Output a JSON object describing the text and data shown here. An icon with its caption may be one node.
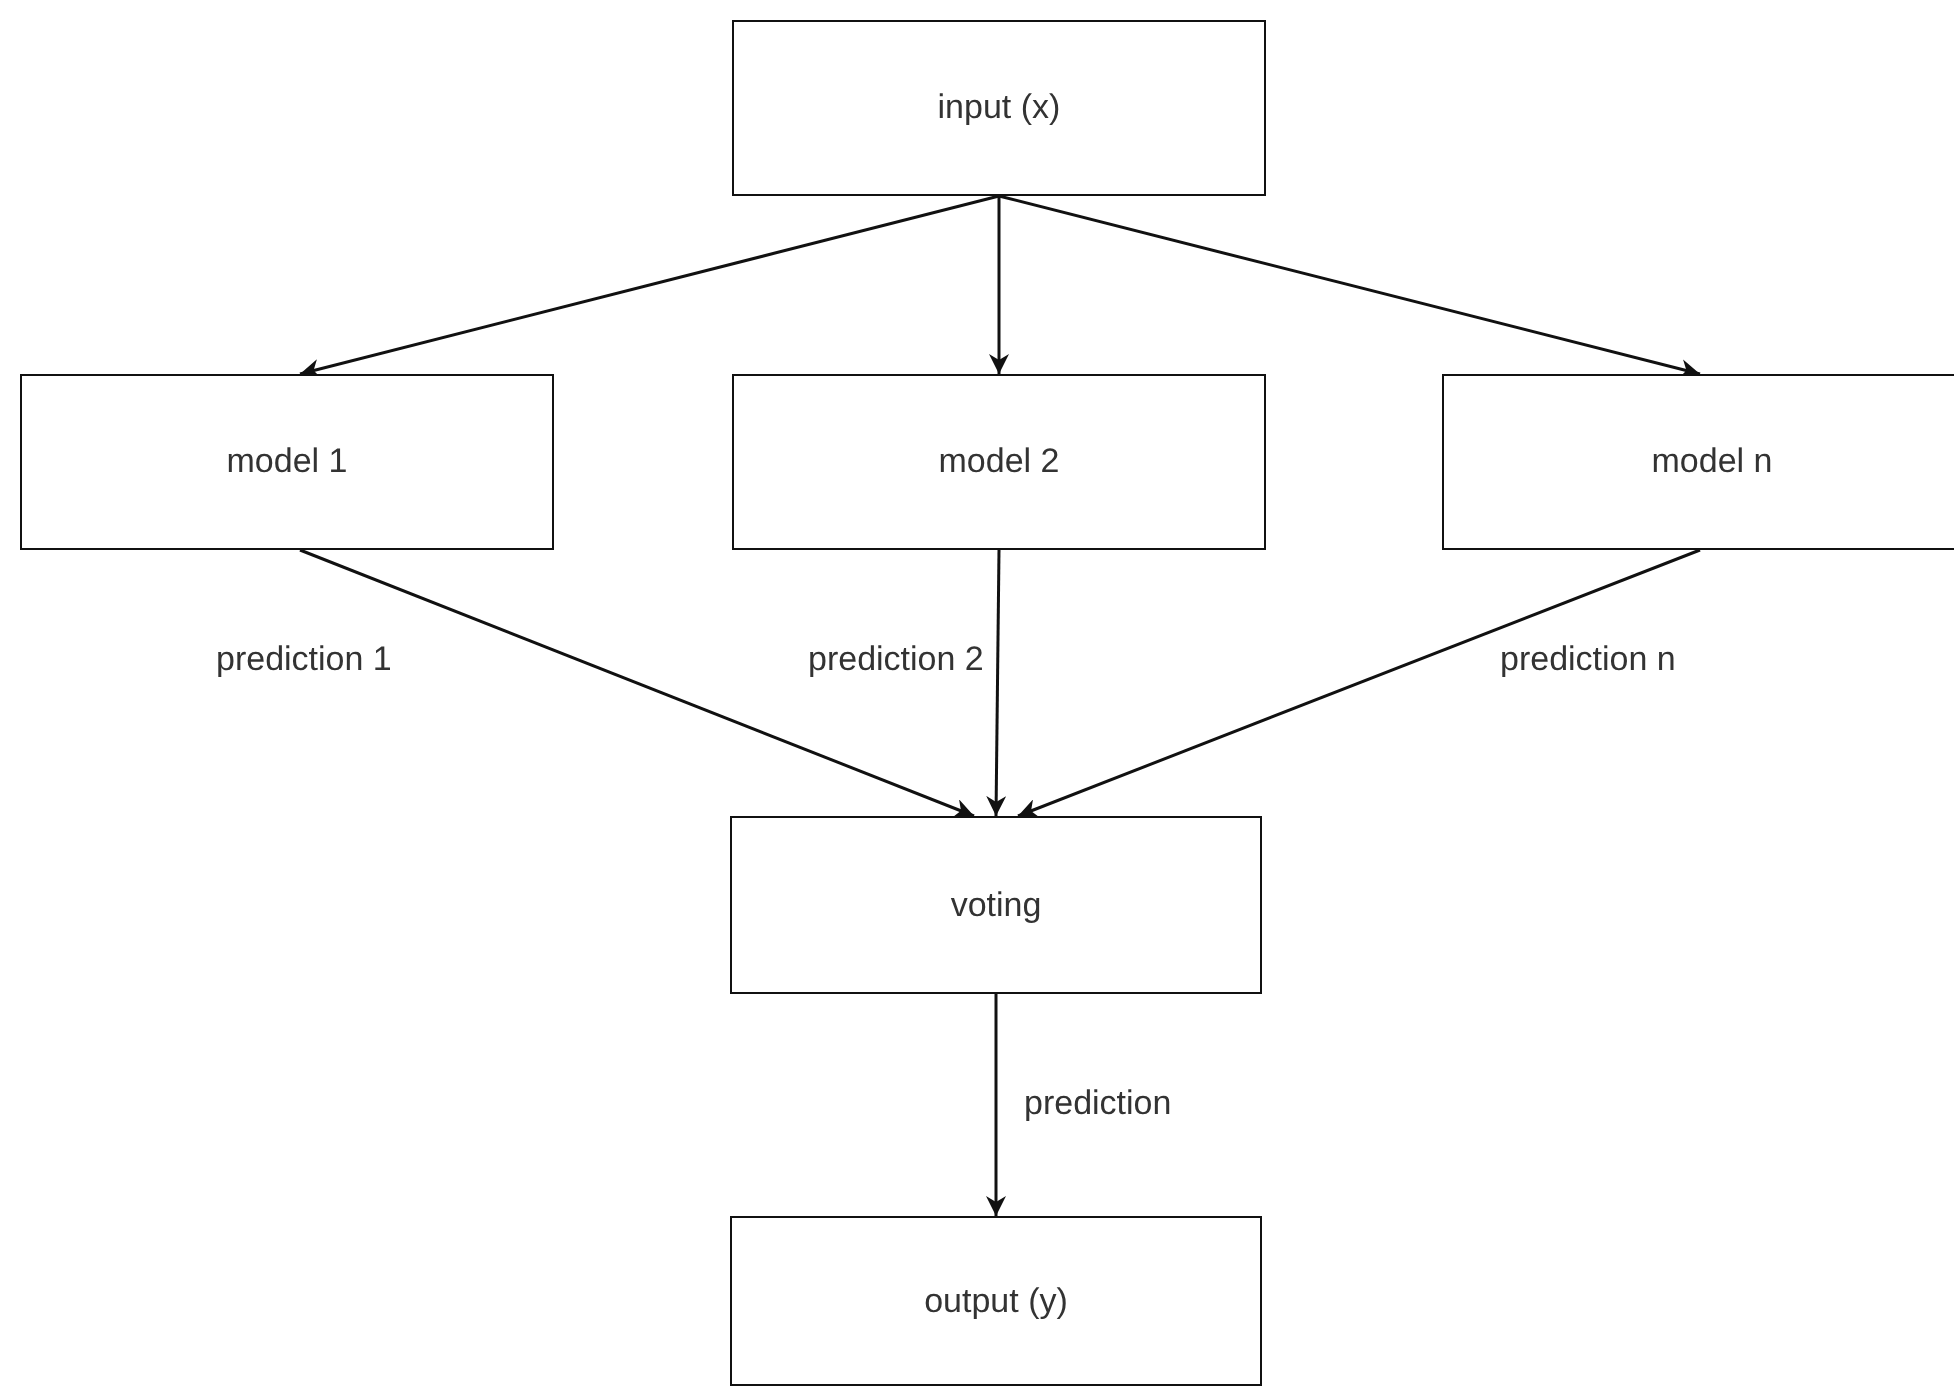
{
  "diagram": {
    "nodes": [
      {
        "text": [
          "input (x)"
        ]
      },
      {
        "text": [
          "model 1"
        ]
      },
      {
        "text": [
          "model 2"
        ]
      },
      {
        "text": [
          "model n"
        ]
      },
      {
        "text": [
          "voting"
        ]
      },
      {
        "text": [
          "output (y)"
        ]
      }
    ],
    "edges": [
      {
        "from": 0,
        "to": 1,
        "arrow": "to"
      },
      {
        "from": 0,
        "to": 2,
        "arrow": "to"
      },
      {
        "from": 0,
        "to": 3,
        "arrow": "to"
      },
      {
        "from": 1,
        "to": 4,
        "arrow": "to",
        "label": "prediction 1"
      },
      {
        "from": 2,
        "to": 4,
        "arrow": "to",
        "label": "prediction 2"
      },
      {
        "from": 3,
        "to": 4,
        "arrow": "to",
        "label": "prediction n"
      },
      {
        "from": 4,
        "to": 5,
        "arrow": "to",
        "label": "prediction"
      }
    ]
  }
}
